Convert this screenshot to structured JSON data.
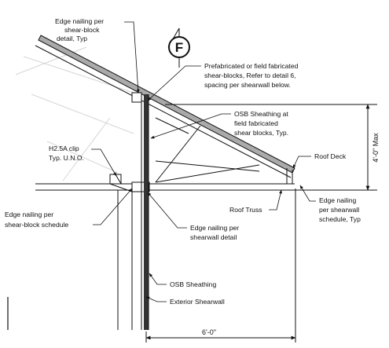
{
  "section_marker": "F",
  "labels": {
    "edge_nailing_shear_block_detail": [
      "Edge nailing per",
      "shear-block",
      "detail, Typ"
    ],
    "prefab_shear_blocks": [
      "Prefabricated or field fabricated",
      "shear-blocks, Refer to detail 6,",
      "spacing per shearwall below."
    ],
    "osb_sheathing_field": [
      "OSB Sheathing at",
      "field fabricated",
      "shear blocks, Typ."
    ],
    "h25a_clip": [
      "H2.5A clip",
      "Typ. U.N.O."
    ],
    "roof_deck": [
      "Roof Deck"
    ],
    "roof_truss": [
      "Roof Truss"
    ],
    "edge_nailing_shearwall_schedule": [
      "Edge nailing",
      "per shearwall",
      "schedule, Typ"
    ],
    "edge_nailing_shear_block_schedule": [
      "Edge nailing per",
      "shear-block schedule"
    ],
    "edge_nailing_shearwall_detail": [
      "Edge nailing per",
      "shearwall detail"
    ],
    "osb_sheathing": [
      "OSB Sheathing"
    ],
    "exterior_shearwall": [
      "Exterior Shearwall"
    ]
  },
  "dimensions": {
    "vertical": "4'-0\" Max",
    "horizontal": "6'-0\""
  }
}
